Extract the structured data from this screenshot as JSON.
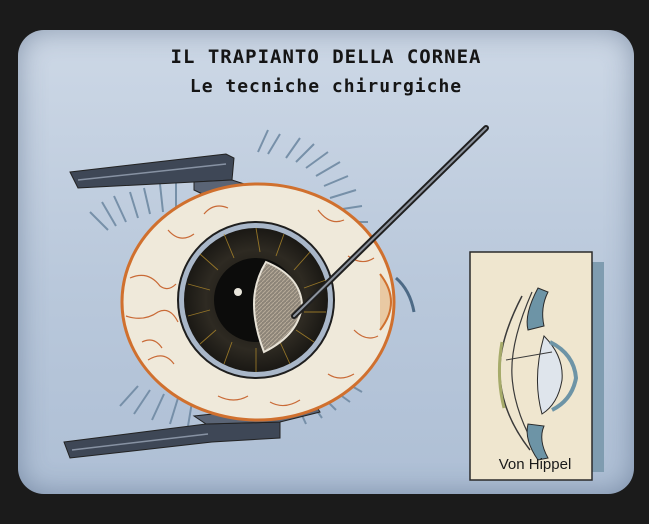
{
  "screen": {
    "title": "IL TRAPIANTO DELLA CORNEA",
    "subtitle": "Le tecniche chirurgiche"
  },
  "inset": {
    "label": "Von Hippel"
  },
  "colors": {
    "screen_bg": "#c4d1e2",
    "retractor": "#4a5568",
    "eyelash": "#6f8aa3",
    "sclera": "#efe9da",
    "vessels": "#c96a36",
    "iris": "#23211c",
    "lens_blue": "#6d94a6",
    "inset_bg": "#efe6cf"
  }
}
